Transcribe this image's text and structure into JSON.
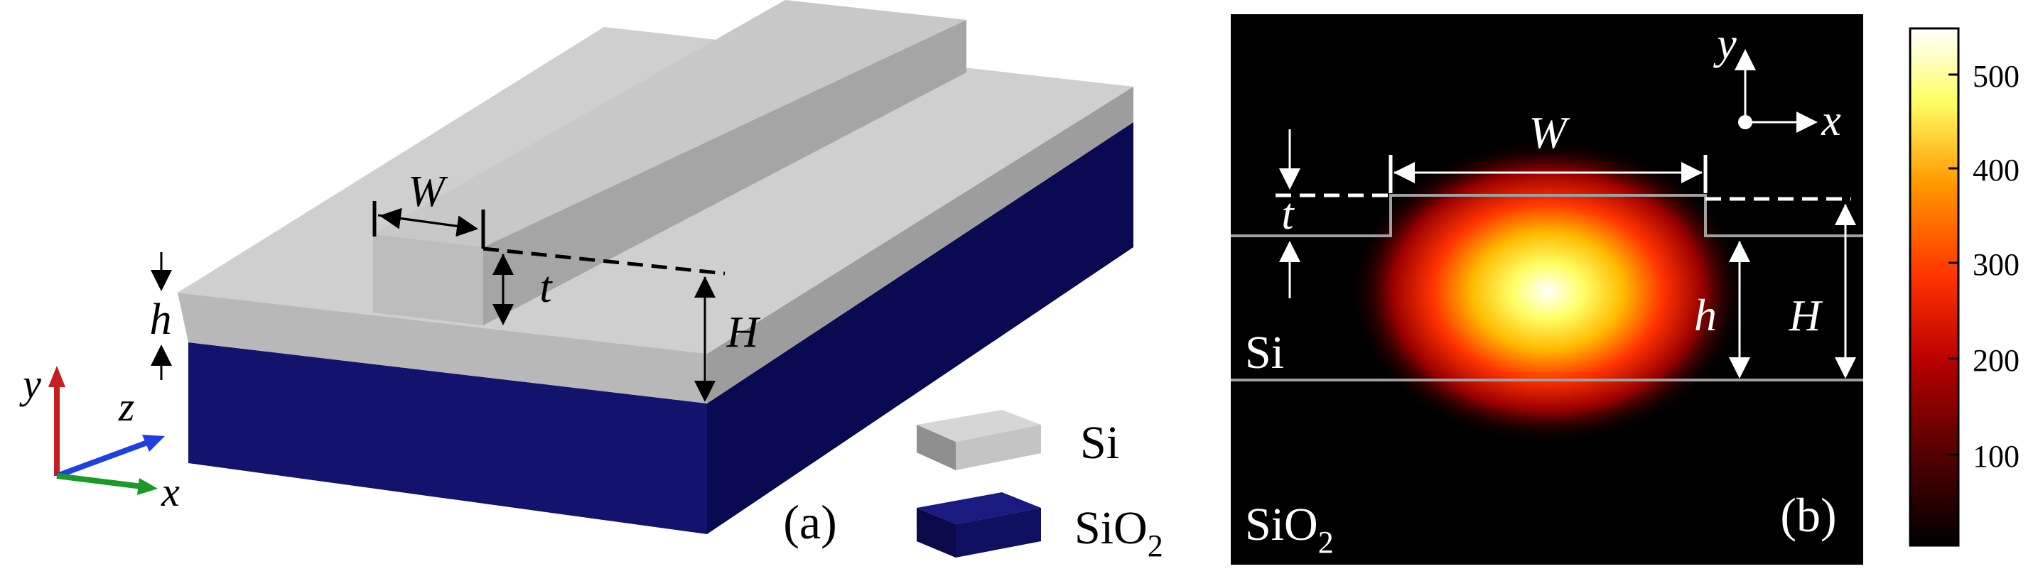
{
  "panel_a": {
    "caption": "(a)",
    "dims": {
      "W": "W",
      "t": "t",
      "h": "h",
      "H": "H"
    },
    "axes": {
      "x": "x",
      "y": "y",
      "z": "z"
    },
    "legend": {
      "si": {
        "label": "Si",
        "color": "#c8c8c8"
      },
      "sio2": {
        "label": "SiO",
        "sub": "2",
        "color": "#1a1a80"
      }
    }
  },
  "panel_b": {
    "caption": "(b)",
    "dims": {
      "W": "W",
      "t": "t",
      "h": "h",
      "H": "H"
    },
    "axes": {
      "x": "x",
      "y": "y"
    },
    "region_labels": {
      "si": "Si",
      "sio2": "SiO",
      "sio2_sub": "2"
    },
    "colorbar": {
      "ticks": [
        "500",
        "400",
        "300",
        "200",
        "100"
      ],
      "colors": [
        "#000000",
        "#550000",
        "#bb0000",
        "#ff3300",
        "#ff9900",
        "#ffff66",
        "#ffffff"
      ]
    }
  }
}
